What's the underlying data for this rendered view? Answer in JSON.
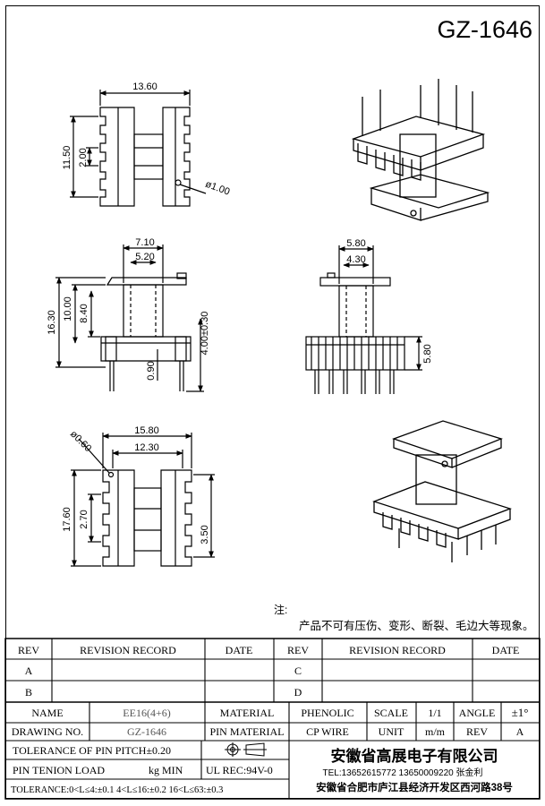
{
  "title": "GZ-1646",
  "dimensions": {
    "top_width": "13.60",
    "top_height": "11.50",
    "top_slot": "2.00",
    "top_hole": "ø1.00",
    "front_width": "7.10",
    "front_inner": "5.20",
    "front_total_h": "16.30",
    "front_h1": "10.00",
    "front_h2": "8.40",
    "front_pin": "4.00±0.30",
    "front_pin_w": "0.90",
    "side_width": "5.80",
    "side_inner": "4.30",
    "side_h": "5.80",
    "bottom_width": "15.80",
    "bottom_inner": "12.30",
    "bottom_hole": "ø0.60",
    "bottom_height": "17.60",
    "bottom_pitch": "2.70",
    "bottom_pitch2": "3.50"
  },
  "note": {
    "label": "注:",
    "text": "产品不可有压伤、变形、断裂、毛边大等现象。"
  },
  "revision_table": {
    "rev_header": "REV",
    "record_header": "REVISION RECORD",
    "date_header": "DATE",
    "rows_left": [
      "A",
      "B"
    ],
    "rows_right": [
      "C",
      "D"
    ]
  },
  "title_block": {
    "name_label": "NAME",
    "name_value": "EE16(4+6)",
    "material_label": "MATERIAL",
    "material_value": "PHENOLIC",
    "scale_label": "SCALE",
    "scale_value": "1/1",
    "angle_label": "ANGLE",
    "angle_value": "±1°",
    "drawing_label": "DRAWING NO.",
    "drawing_value": "GZ-1646",
    "pin_material_label": "PIN MATERIAL",
    "pin_material_value": "CP WIRE",
    "unit_label": "UNIT",
    "unit_value": "m/m",
    "rev_label": "REV",
    "rev_value": "A",
    "tolerance_pitch": "TOLERANCE OF PIN PITCH±0.20",
    "pin_load_label": "PIN TENION LOAD",
    "pin_load_unit": "kg MIN",
    "ul_rec": "UL REC:94V-0",
    "tolerance": "TOLERANCE:0<L≤4:±0.1  4<L≤16:±0.2  16<L≤63:±0.3",
    "company": "安徽省高展电子有限公司",
    "tel": "TEL:13652615772 13650009220 张金利",
    "address": "安徽省合肥市庐江县经济开发区西河路38号"
  }
}
